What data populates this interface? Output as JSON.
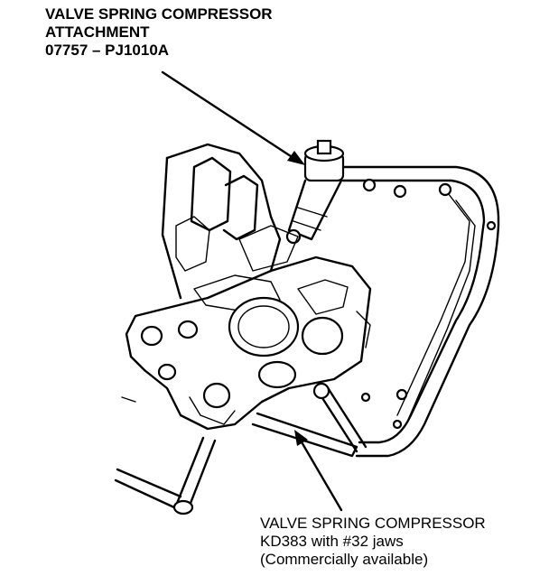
{
  "callouts": {
    "attachment": {
      "line1": "VALVE SPRING COMPRESSOR",
      "line2": "ATTACHMENT",
      "line3": "07757 – PJ1010A"
    },
    "compressor": {
      "line1": "VALVE SPRING COMPRESSOR",
      "line2": "KD383 with #32 jaws",
      "line3": "(Commercially available)"
    }
  },
  "colors": {
    "ink": "#000000",
    "paper": "#ffffff"
  }
}
